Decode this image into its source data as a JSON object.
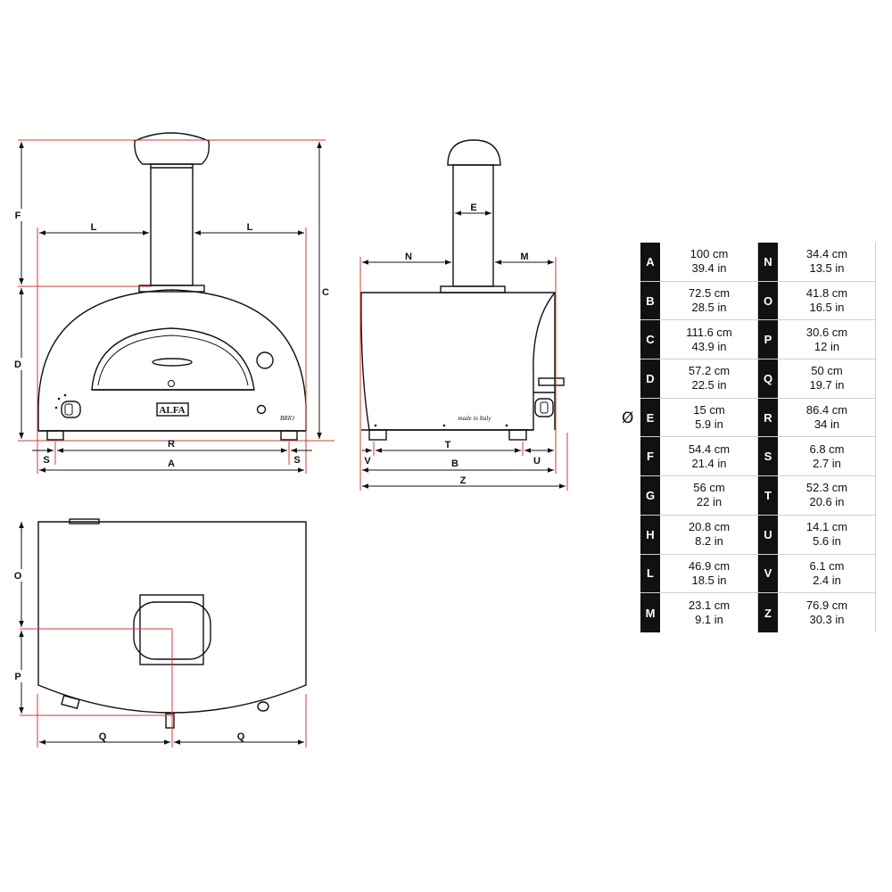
{
  "front_view": {
    "labels": {
      "F": "F",
      "C": "C",
      "D": "D",
      "L_left": "L",
      "L_right": "L",
      "R": "R",
      "A": "A",
      "S_left": "S",
      "S_right": "S"
    },
    "brand_text": "ALFA",
    "model_text": "BRIO"
  },
  "side_view": {
    "labels": {
      "E": "E",
      "N": "N",
      "M": "M",
      "T": "T",
      "B": "B",
      "V": "V",
      "U": "U",
      "Z": "Z"
    },
    "tag_text": "made in Italy"
  },
  "top_view": {
    "labels": {
      "O": "O",
      "P": "P",
      "Q_left": "Q",
      "Q_right": "Q"
    }
  },
  "diameter_symbol": "Ø",
  "colors": {
    "line": "#111111",
    "dimension_red": "#d43a3a",
    "table_letter_bg": "#111111"
  },
  "dimension_table": {
    "left_column": [
      {
        "letter": "A",
        "cm": "100 cm",
        "in": "39.4 in"
      },
      {
        "letter": "B",
        "cm": "72.5 cm",
        "in": "28.5 in"
      },
      {
        "letter": "C",
        "cm": "111.6 cm",
        "in": "43.9 in"
      },
      {
        "letter": "D",
        "cm": "57.2 cm",
        "in": "22.5 in"
      },
      {
        "letter": "E",
        "cm": "15 cm",
        "in": "5.9 in"
      },
      {
        "letter": "F",
        "cm": "54.4 cm",
        "in": "21.4 in"
      },
      {
        "letter": "G",
        "cm": "56 cm",
        "in": "22 in"
      },
      {
        "letter": "H",
        "cm": "20.8 cm",
        "in": "8.2 in"
      },
      {
        "letter": "L",
        "cm": "46.9 cm",
        "in": "18.5 in"
      },
      {
        "letter": "M",
        "cm": "23.1 cm",
        "in": "9.1 in"
      }
    ],
    "right_column": [
      {
        "letter": "N",
        "cm": "34.4 cm",
        "in": "13.5 in"
      },
      {
        "letter": "O",
        "cm": "41.8 cm",
        "in": "16.5 in"
      },
      {
        "letter": "P",
        "cm": "30.6 cm",
        "in": "12 in"
      },
      {
        "letter": "Q",
        "cm": "50 cm",
        "in": "19.7 in"
      },
      {
        "letter": "R",
        "cm": "86.4 cm",
        "in": "34 in"
      },
      {
        "letter": "S",
        "cm": "6.8 cm",
        "in": "2.7 in"
      },
      {
        "letter": "T",
        "cm": "52.3 cm",
        "in": "20.6 in"
      },
      {
        "letter": "U",
        "cm": "14.1 cm",
        "in": "5.6 in"
      },
      {
        "letter": "V",
        "cm": "6.1 cm",
        "in": "2.4 in"
      },
      {
        "letter": "Z",
        "cm": "76.9 cm",
        "in": "30.3 in"
      }
    ]
  }
}
